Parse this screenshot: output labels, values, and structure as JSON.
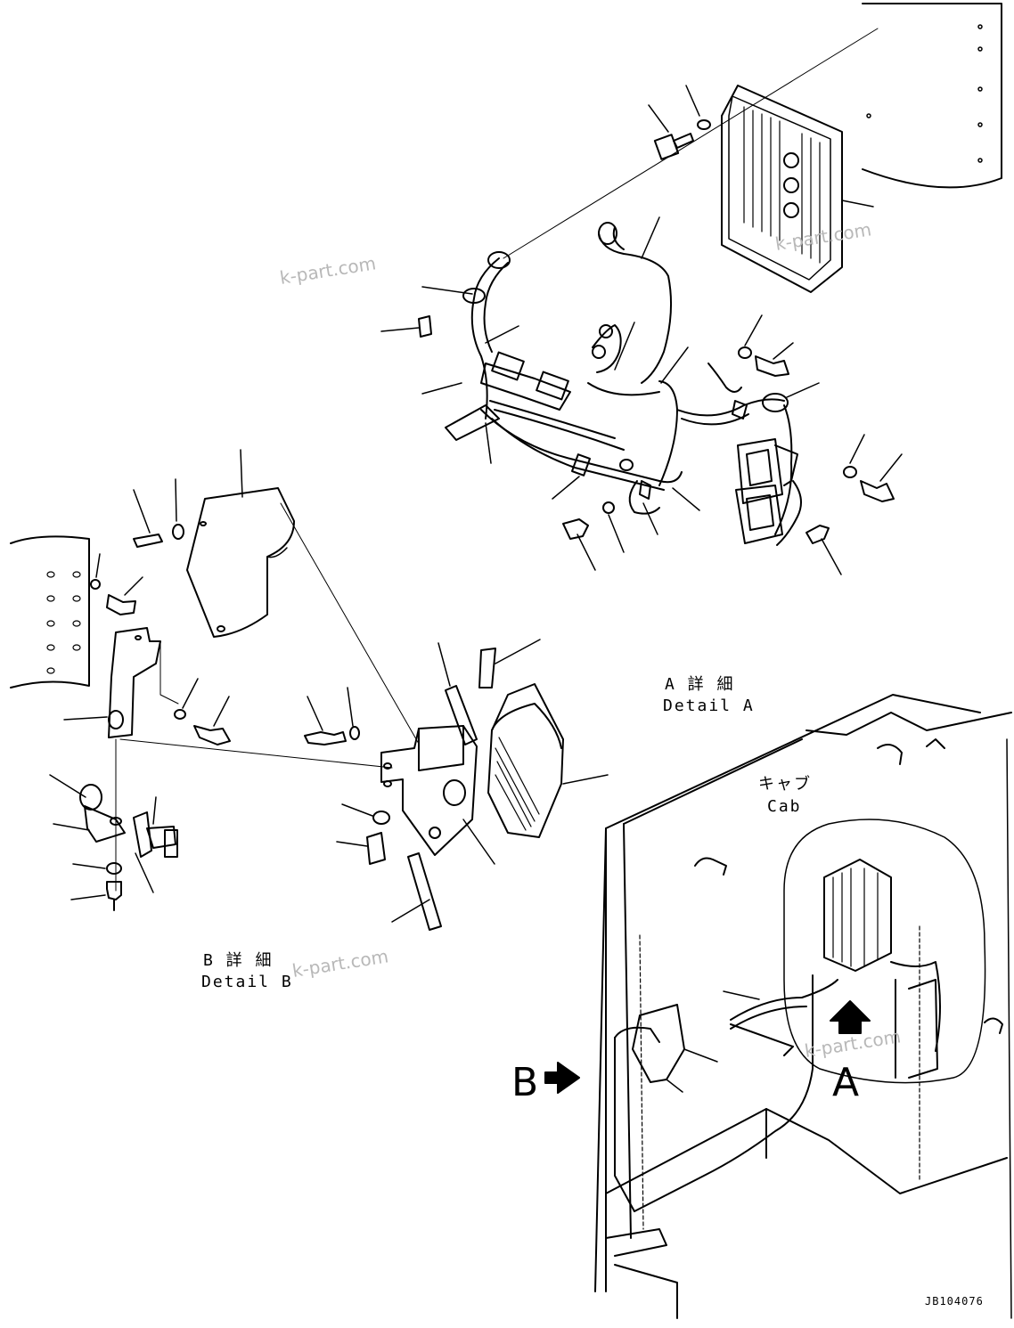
{
  "labels": {
    "detail_a_jp": "A 詳 細",
    "detail_a_en": "Detail A",
    "detail_b_jp": "B 詳 細",
    "detail_b_en": "Detail B",
    "cab_jp": "キャブ",
    "cab_en": "Cab",
    "view_a": "A",
    "view_b": "B",
    "drawing_code": "JB104076"
  },
  "watermarks": [
    "k-part.com",
    "k-part.com",
    "k-part.com",
    "k-part.com"
  ],
  "colors": {
    "line": "#000000",
    "watermark": "#b8b8b8",
    "background": "#ffffff"
  }
}
